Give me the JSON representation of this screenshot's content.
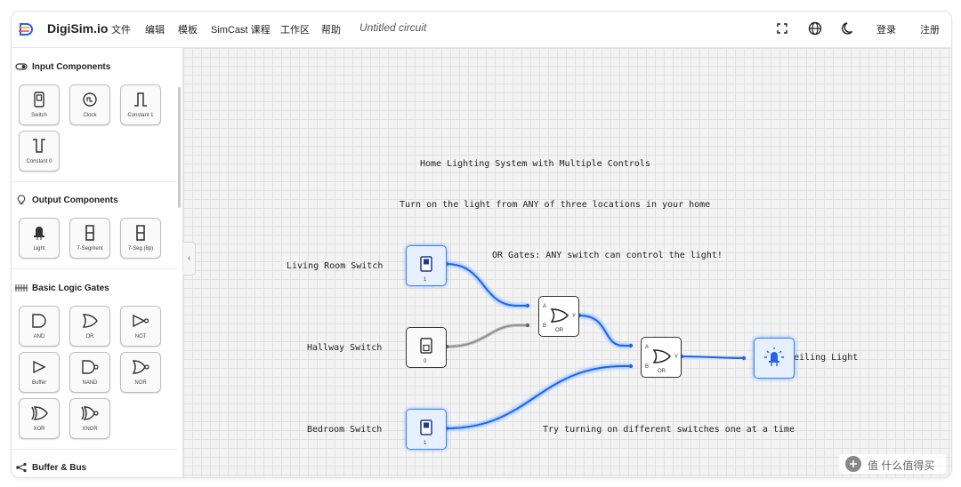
{
  "header": {
    "brand": "DigiSim.io",
    "menu": [
      "文件",
      "编辑",
      "模板",
      "SimCast 课程",
      "工作区",
      "帮助"
    ],
    "circuit_title": "Untitled circuit",
    "login": "登录",
    "register": "注册",
    "icons": [
      "fullscreen-icon",
      "globe-icon",
      "moon-icon"
    ]
  },
  "sidebar": {
    "sections": [
      {
        "title": "Input Components",
        "icon": "toggle-icon",
        "items": [
          "Switch",
          "Clock",
          "Constant 1",
          "Constant 0"
        ]
      },
      {
        "title": "Output Components",
        "icon": "bulb-icon",
        "items": [
          "Light",
          "7-Segment",
          "7-Seg (8p)"
        ]
      },
      {
        "title": "Basic Logic Gates",
        "icon": "gates-icon",
        "items": [
          "AND",
          "OR",
          "NOT",
          "Buffer",
          "NAND",
          "NOR",
          "XOR",
          "XNOR"
        ]
      },
      {
        "title": "Buffer & Bus",
        "icon": "bus-icon",
        "items": []
      }
    ]
  },
  "canvas": {
    "title": "Home Lighting System with Multiple Controls",
    "subtitle": "Turn on the light from ANY of three locations in your home",
    "note_or": "OR Gates: ANY switch can control the light!",
    "note_try": "Try turning on different switches one at a time",
    "labels": {
      "living": "Living Room Switch",
      "hallway": "Hallway Switch",
      "bedroom": "Bedroom Switch",
      "ceiling": "Ceiling Light"
    },
    "switch_values": {
      "living": "1",
      "hallway": "0",
      "bedroom": "1"
    },
    "gate_label": "OR",
    "pins": {
      "a": "A",
      "b": "B",
      "y": "Y"
    }
  },
  "colors": {
    "active_wire": "#3b82f6",
    "inactive_wire": "#9a9a9a"
  },
  "watermark": "值 什么值得买"
}
